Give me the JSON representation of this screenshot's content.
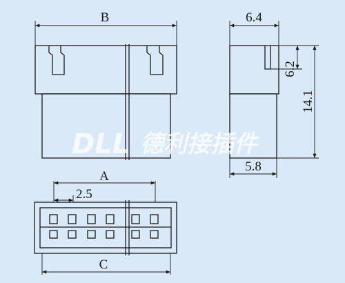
{
  "labels": {
    "dim_b": "B",
    "dim_a": "A",
    "dim_c": "C",
    "dim_pitch": "2.5",
    "dim_width_top": "6.4",
    "dim_height_slot": "6.2",
    "dim_height_total": "14.1",
    "dim_depth_bottom": "5.8"
  },
  "watermark": {
    "latin": "DLL",
    "cjk": "德利接插件"
  },
  "colors": {
    "background": "#d9e9f7",
    "line": "#1a1a1a",
    "watermark": "#ffffff"
  }
}
